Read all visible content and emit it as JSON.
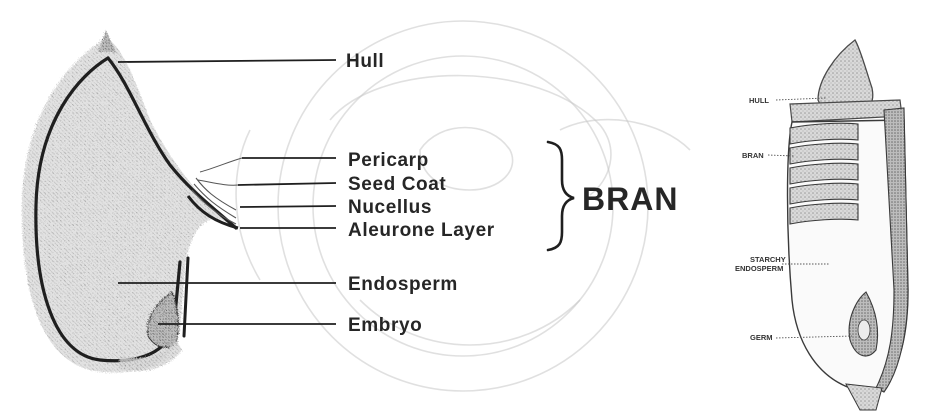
{
  "left_diagram": {
    "labels": {
      "hull": "Hull",
      "pericarp": "Pericarp",
      "seed_coat": "Seed Coat",
      "nucellus": "Nucellus",
      "aleurone": "Aleurone Layer",
      "endosperm": "Endosperm",
      "embryo": "Embryo"
    },
    "group_label": "BRAN"
  },
  "right_diagram": {
    "labels": {
      "hull": "HULL",
      "bran": "BRAN",
      "starchy_1": "STARCHY",
      "starchy_2": "ENDOSPERM",
      "germ": "GERM"
    }
  },
  "colors": {
    "ink": "#262626",
    "hull_texture": "#9a9a9a",
    "watermark": "#c6c6c6"
  }
}
